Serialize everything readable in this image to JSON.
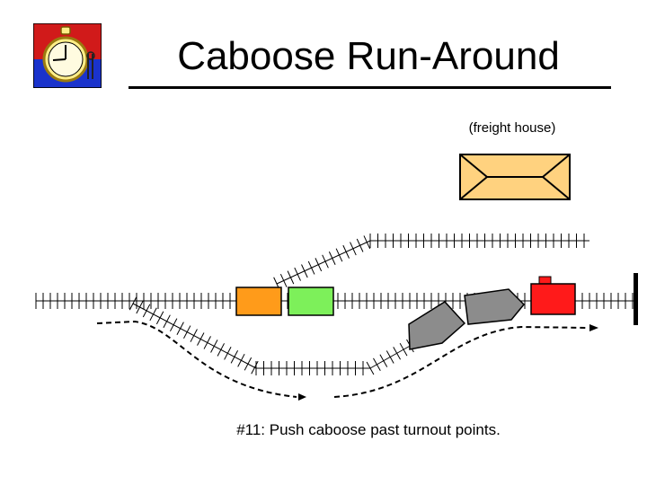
{
  "slide": {
    "title": "Caboose Run-Around",
    "freight_house_label": "(freight house)",
    "caption": "#11:  Push caboose past turnout points."
  },
  "colors": {
    "freight_house": "#ffd27f",
    "car_orange": "#ff9b1a",
    "car_green": "#7df05a",
    "engine_gray": "#8c8c8c",
    "caboose_red": "#ff1a1a",
    "logo_red": "#d11a1a",
    "logo_blue": "#1a33cc",
    "logo_face": "#ffee88"
  },
  "icons": [
    "stopwatch-logo-icon",
    "bumper-stop-icon"
  ]
}
